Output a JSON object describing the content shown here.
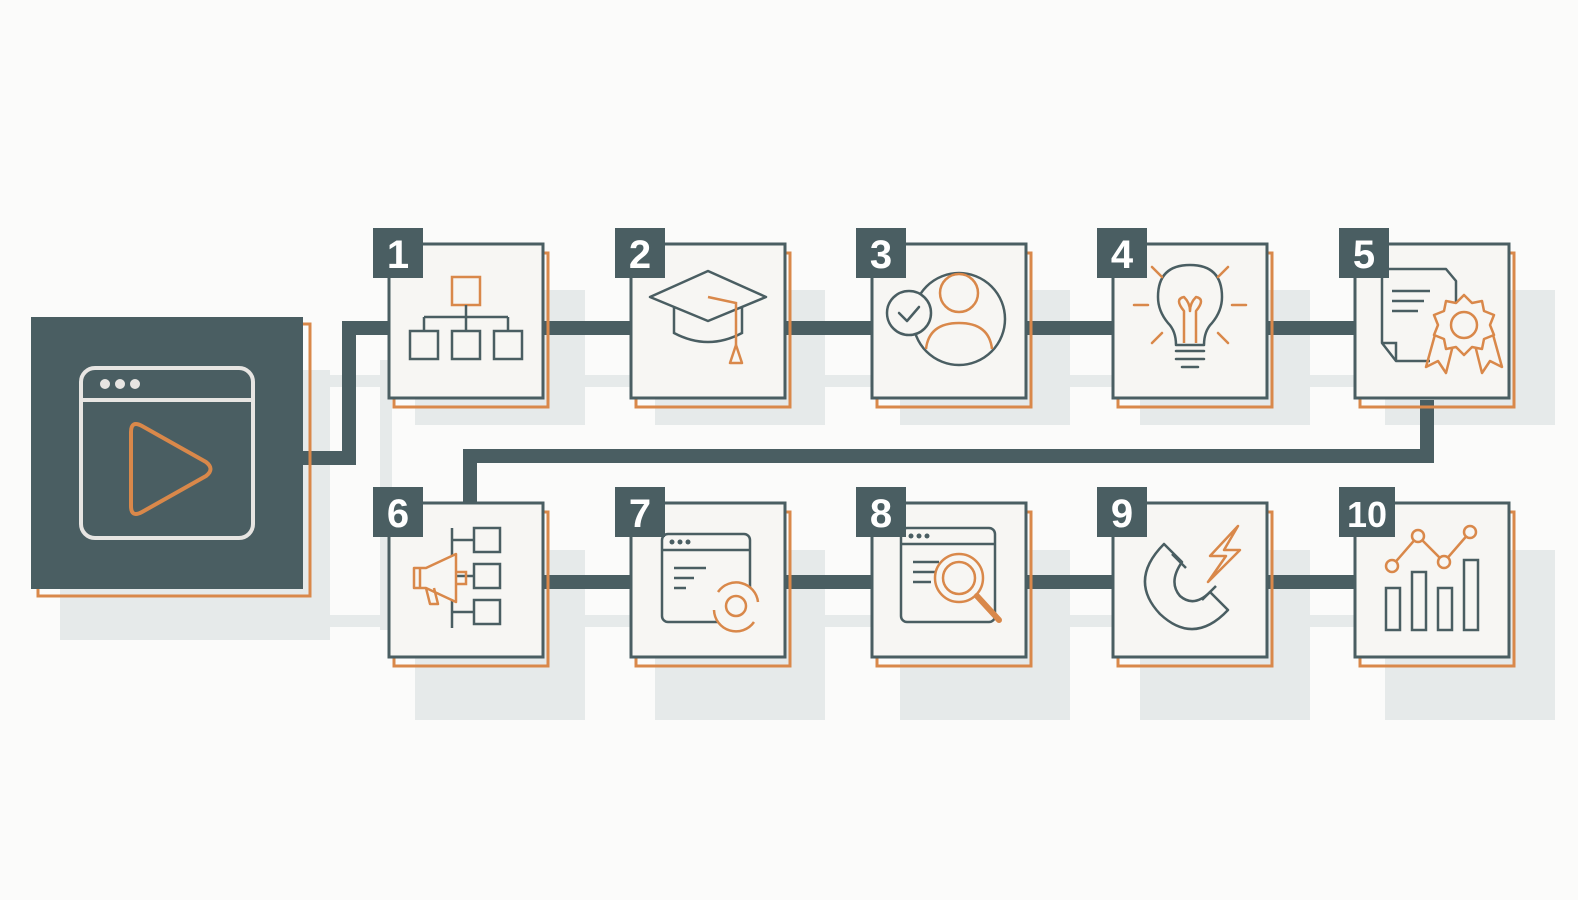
{
  "colors": {
    "background": "#fbfbfa",
    "dark": "#4a5e62",
    "accent": "#d9884a",
    "card": "#f7f6f3",
    "shadow": "#e6eaea",
    "icon_light": "#e7e5e2"
  },
  "hero": {
    "icon": "video-player-icon"
  },
  "steps": [
    {
      "number": "1",
      "icon": "sitemap-icon"
    },
    {
      "number": "2",
      "icon": "graduation-cap-icon"
    },
    {
      "number": "3",
      "icon": "verified-user-icon"
    },
    {
      "number": "4",
      "icon": "lightbulb-icon"
    },
    {
      "number": "5",
      "icon": "certificate-icon"
    },
    {
      "number": "6",
      "icon": "megaphone-hierarchy-icon"
    },
    {
      "number": "7",
      "icon": "web-page-refresh-icon"
    },
    {
      "number": "8",
      "icon": "web-page-search-icon"
    },
    {
      "number": "9",
      "icon": "magnet-icon"
    },
    {
      "number": "10",
      "icon": "analytics-chart-icon"
    }
  ]
}
